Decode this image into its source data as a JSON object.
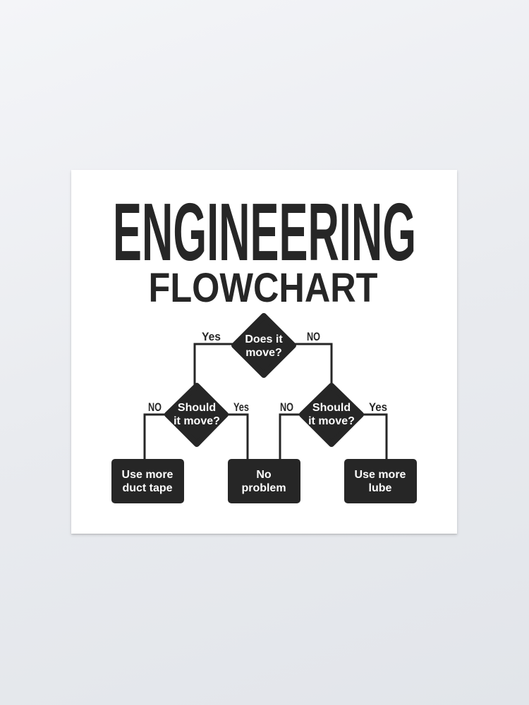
{
  "title": "ENGINEERING",
  "subtitle": "FLOWCHART",
  "colors": {
    "ink": "#262626",
    "paper": "#ffffff"
  },
  "nodes": {
    "root": {
      "line1": "Does it",
      "line2": "move?"
    },
    "left_q": {
      "line1": "Should",
      "line2": "it move?"
    },
    "right_q": {
      "line1": "Should",
      "line2": "it move?"
    },
    "duct_tape": {
      "line1": "Use more",
      "line2": "duct tape"
    },
    "no_problem": {
      "line1": "No",
      "line2": "problem"
    },
    "lube": {
      "line1": "Use more",
      "line2": "lube"
    }
  },
  "edges": {
    "root_yes": "Yes",
    "root_no": "NO",
    "left_no": "NO",
    "left_yes": "Yes",
    "right_no": "NO",
    "right_yes": "Yes"
  }
}
